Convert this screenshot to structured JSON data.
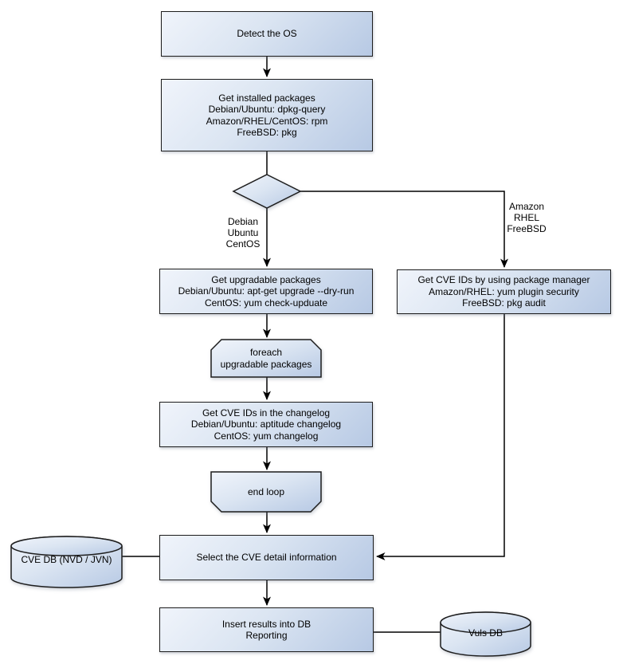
{
  "nodes": {
    "detect_os": {
      "label": "Detect the OS",
      "type": "process"
    },
    "get_installed_packages": {
      "label": "Get installed packages\nDebian/Ubuntu: dpkg-query\nAmazon/RHEL/CentOS: rpm\nFreeBSD: pkg",
      "type": "process"
    },
    "os_decision": {
      "label": "",
      "type": "decision"
    },
    "get_upgradable_packages": {
      "label": "Get upgradable packages\nDebian/Ubuntu: apt-get upgrade --dry-run\nCentOS: yum check-upduate",
      "type": "process"
    },
    "get_cve_ids_package_manager": {
      "label": "Get CVE IDs by using package manager\nAmazon/RHEL: yum plugin security\nFreeBSD: pkg audit",
      "type": "process"
    },
    "foreach_loop_start": {
      "label": "foreach\nupgradable packages",
      "type": "loop-start"
    },
    "get_cve_ids_changelog": {
      "label": "Get CVE IDs in the changelog\nDebian/Ubuntu: aptitude changelog\nCentOS: yum changelog",
      "type": "process"
    },
    "end_loop": {
      "label": "end loop",
      "type": "loop-end"
    },
    "select_cve_detail": {
      "label": "Select the CVE detail information",
      "type": "process"
    },
    "insert_results": {
      "label": "Insert results into DB\nReporting",
      "type": "process"
    },
    "cve_db": {
      "label": "CVE DB (NVD / JVN)",
      "type": "database"
    },
    "vuls_db": {
      "label": "Vuls DB",
      "type": "database"
    }
  },
  "branch_labels": {
    "left": "Debian\nUbuntu\nCentOS",
    "right": "Amazon\nRHEL\nFreeBSD"
  },
  "colors": {
    "shape_fill_light": "#f0f4fb",
    "shape_fill_dark": "#b7c9e4",
    "shape_border": "#1d1d1d",
    "connector": "#000000",
    "text": "#000000",
    "background": "#ffffff"
  }
}
